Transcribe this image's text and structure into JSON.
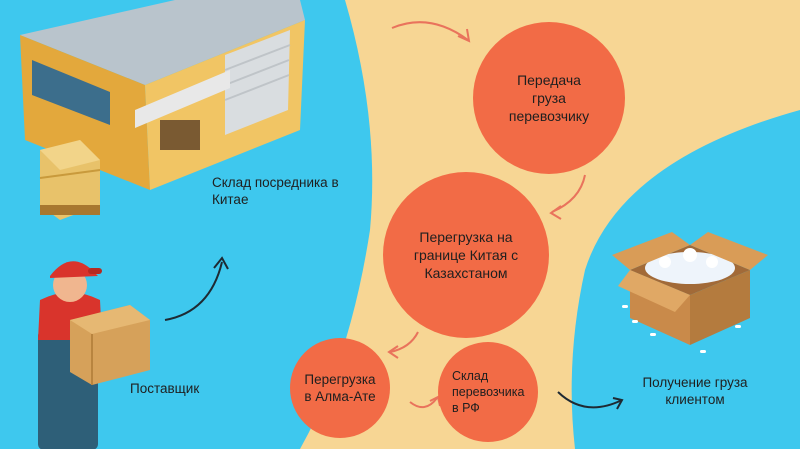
{
  "colors": {
    "background": "#f7d694",
    "sky": "#3ec8ee",
    "node_fill": "#f26b46",
    "node_light": "#f58a5e",
    "arrow": "#e9735c",
    "arrow_dark": "#1e2a33"
  },
  "labels": {
    "warehouse": "Склад посредника в Китае",
    "supplier": "Поставщик",
    "receipt": "Получение груза клиентом"
  },
  "nodes": {
    "handover": "Передача груза перевозчику",
    "border": "Перегрузка на границе Китая с Казахстаном",
    "almaty": "Перегрузка в Алма-Ате",
    "rf_warehouse": "Склад перевозчика в РФ"
  },
  "illustrations": [
    "warehouse-building-icon",
    "delivery-worker-icon",
    "open-box-icon"
  ]
}
